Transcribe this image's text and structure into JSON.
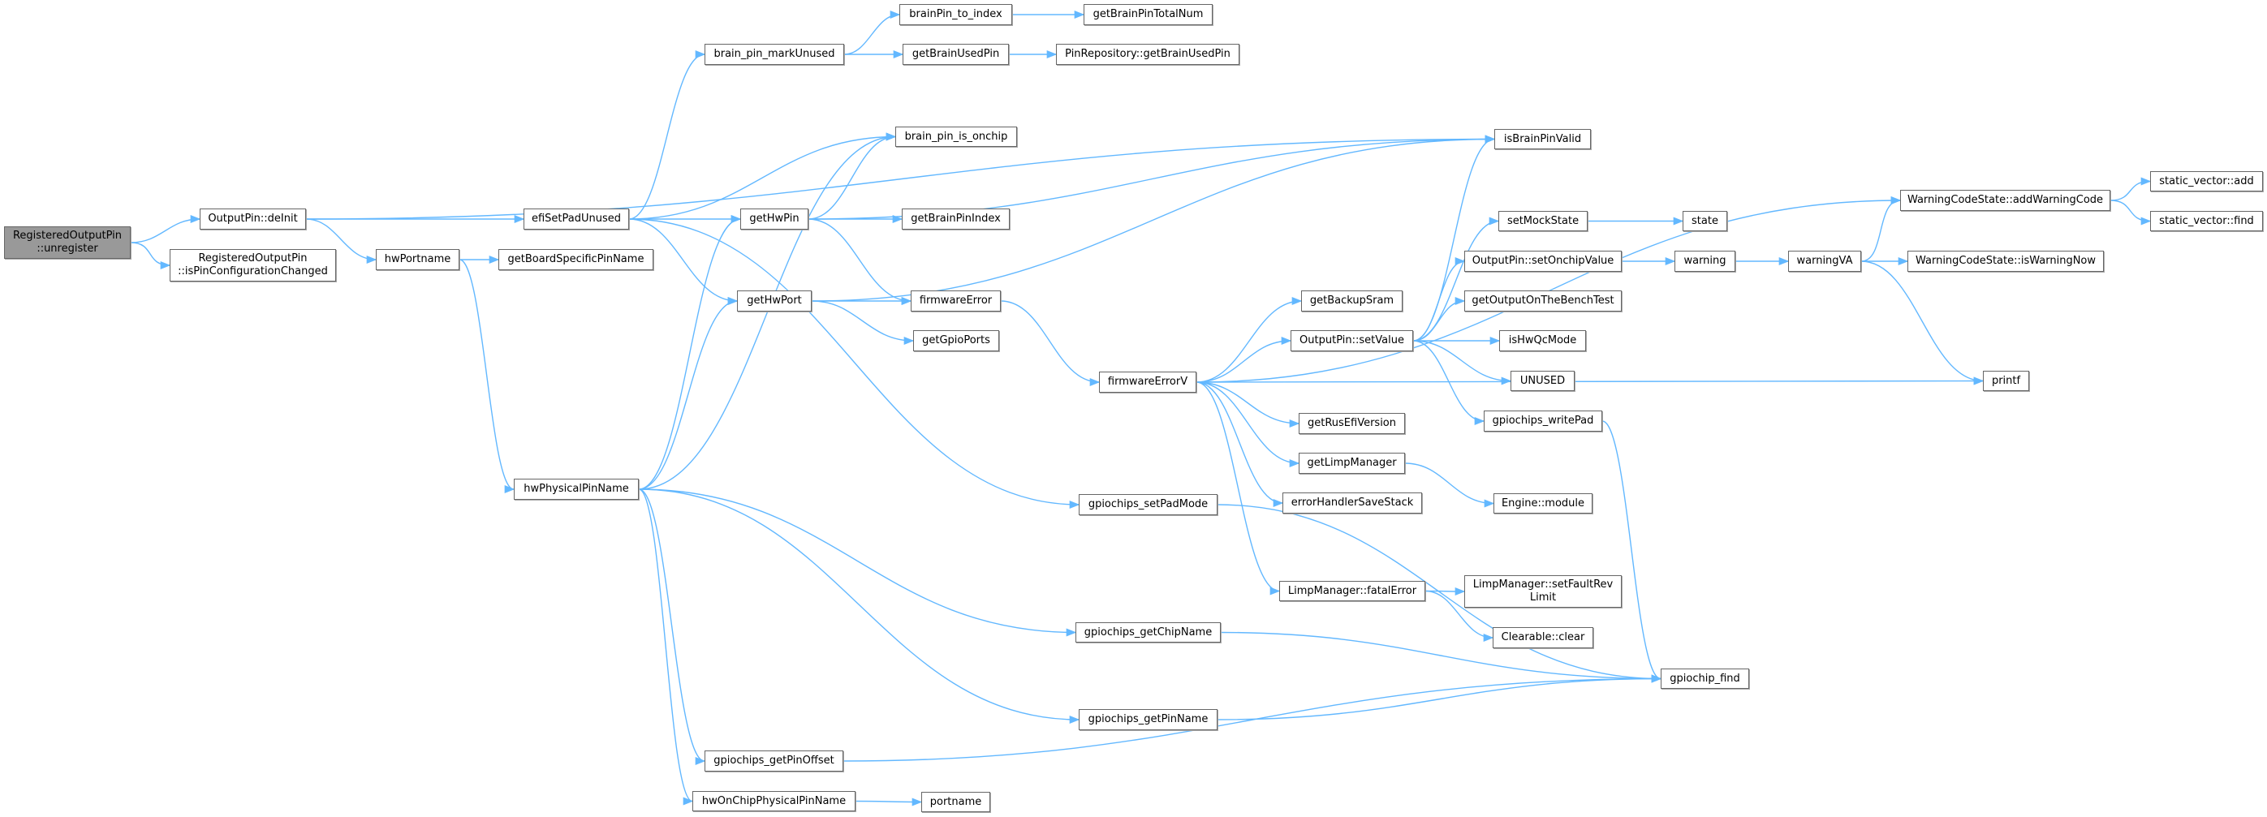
{
  "graph": {
    "root": "unregister",
    "nodes": [
      {
        "id": "unregister",
        "lines": [
          "RegisteredOutputPin",
          "::unregister"
        ]
      },
      {
        "id": "deInit",
        "lines": [
          "OutputPin::deInit"
        ]
      },
      {
        "id": "isPinConfigurationChanged",
        "lines": [
          "RegisteredOutputPin",
          "::isPinConfigurationChanged"
        ]
      },
      {
        "id": "efiSetPadUnused",
        "lines": [
          "efiSetPadUnused"
        ]
      },
      {
        "id": "hwPortname",
        "lines": [
          "hwPortname"
        ]
      },
      {
        "id": "getBoardSpecificPinName",
        "lines": [
          "getBoardSpecificPinName"
        ]
      },
      {
        "id": "hwPhysicalPinName",
        "lines": [
          "hwPhysicalPinName"
        ]
      },
      {
        "id": "brain_pin_markUnused",
        "lines": [
          "brain_pin_markUnused"
        ]
      },
      {
        "id": "brainPin_to_index",
        "lines": [
          "brainPin_to_index"
        ]
      },
      {
        "id": "getBrainPinTotalNum",
        "lines": [
          "getBrainPinTotalNum"
        ]
      },
      {
        "id": "getBrainUsedPin",
        "lines": [
          "getBrainUsedPin"
        ]
      },
      {
        "id": "PinRepository_getBrainUsedPin",
        "lines": [
          "PinRepository::getBrainUsedPin"
        ]
      },
      {
        "id": "brain_pin_is_onchip",
        "lines": [
          "brain_pin_is_onchip"
        ]
      },
      {
        "id": "isBrainPinValid",
        "lines": [
          "isBrainPinValid"
        ]
      },
      {
        "id": "getHwPin",
        "lines": [
          "getHwPin"
        ]
      },
      {
        "id": "getBrainPinIndex",
        "lines": [
          "getBrainPinIndex"
        ]
      },
      {
        "id": "getHwPort",
        "lines": [
          "getHwPort"
        ]
      },
      {
        "id": "firmwareError",
        "lines": [
          "firmwareError"
        ]
      },
      {
        "id": "getGpioPorts",
        "lines": [
          "getGpioPorts"
        ]
      },
      {
        "id": "firmwareErrorV",
        "lines": [
          "firmwareErrorV"
        ]
      },
      {
        "id": "getBackupSram",
        "lines": [
          "getBackupSram"
        ]
      },
      {
        "id": "setValue",
        "lines": [
          "OutputPin::setValue"
        ]
      },
      {
        "id": "getRusEfiVersion",
        "lines": [
          "getRusEfiVersion"
        ]
      },
      {
        "id": "getLimpManager",
        "lines": [
          "getLimpManager"
        ]
      },
      {
        "id": "errorHandlerSaveStack",
        "lines": [
          "errorHandlerSaveStack"
        ]
      },
      {
        "id": "gpiochips_setPadMode",
        "lines": [
          "gpiochips_setPadMode"
        ]
      },
      {
        "id": "fatalError",
        "lines": [
          "LimpManager::fatalError"
        ]
      },
      {
        "id": "gpiochips_getChipName",
        "lines": [
          "gpiochips_getChipName"
        ]
      },
      {
        "id": "gpiochips_getPinName",
        "lines": [
          "gpiochips_getPinName"
        ]
      },
      {
        "id": "gpiochips_getPinOffset",
        "lines": [
          "gpiochips_getPinOffset"
        ]
      },
      {
        "id": "hwOnChipPhysicalPinName",
        "lines": [
          "hwOnChipPhysicalPinName"
        ]
      },
      {
        "id": "portname",
        "lines": [
          "portname"
        ]
      },
      {
        "id": "addWarningCode",
        "lines": [
          "WarningCodeState::addWarningCode"
        ]
      },
      {
        "id": "static_vector_add",
        "lines": [
          "static_vector::add"
        ]
      },
      {
        "id": "static_vector_find",
        "lines": [
          "static_vector::find"
        ]
      },
      {
        "id": "setMockState",
        "lines": [
          "setMockState"
        ]
      },
      {
        "id": "state",
        "lines": [
          "state"
        ]
      },
      {
        "id": "setOnchipValue",
        "lines": [
          "OutputPin::setOnchipValue"
        ]
      },
      {
        "id": "warning",
        "lines": [
          "warning"
        ]
      },
      {
        "id": "warningVA",
        "lines": [
          "warningVA"
        ]
      },
      {
        "id": "isWarningNow",
        "lines": [
          "WarningCodeState::isWarningNow"
        ]
      },
      {
        "id": "getOutputOnTheBenchTest",
        "lines": [
          "getOutputOnTheBenchTest"
        ]
      },
      {
        "id": "isHwQcMode",
        "lines": [
          "isHwQcMode"
        ]
      },
      {
        "id": "UNUSED",
        "lines": [
          "UNUSED"
        ]
      },
      {
        "id": "printf",
        "lines": [
          "printf"
        ]
      },
      {
        "id": "gpiochips_writePad",
        "lines": [
          "gpiochips_writePad"
        ]
      },
      {
        "id": "Engine_module",
        "lines": [
          "Engine::module"
        ]
      },
      {
        "id": "setFaultRevLimit",
        "lines": [
          "LimpManager::setFaultRev",
          "Limit"
        ]
      },
      {
        "id": "Clearable_clear",
        "lines": [
          "Clearable::clear"
        ]
      },
      {
        "id": "gpiochip_find",
        "lines": [
          "gpiochip_find"
        ]
      }
    ],
    "edges": [
      [
        "unregister",
        "deInit"
      ],
      [
        "unregister",
        "isPinConfigurationChanged"
      ],
      [
        "deInit",
        "efiSetPadUnused"
      ],
      [
        "deInit",
        "hwPortname"
      ],
      [
        "deInit",
        "isBrainPinValid"
      ],
      [
        "efiSetPadUnused",
        "brain_pin_markUnused"
      ],
      [
        "efiSetPadUnused",
        "brain_pin_is_onchip"
      ],
      [
        "efiSetPadUnused",
        "getHwPin"
      ],
      [
        "efiSetPadUnused",
        "getHwPort"
      ],
      [
        "efiSetPadUnused",
        "gpiochips_setPadMode"
      ],
      [
        "brain_pin_markUnused",
        "brainPin_to_index"
      ],
      [
        "brain_pin_markUnused",
        "getBrainUsedPin"
      ],
      [
        "brainPin_to_index",
        "getBrainPinTotalNum"
      ],
      [
        "getBrainUsedPin",
        "PinRepository_getBrainUsedPin"
      ],
      [
        "hwPortname",
        "getBoardSpecificPinName"
      ],
      [
        "hwPortname",
        "hwPhysicalPinName"
      ],
      [
        "hwPhysicalPinName",
        "brain_pin_is_onchip"
      ],
      [
        "hwPhysicalPinName",
        "getHwPin"
      ],
      [
        "hwPhysicalPinName",
        "getHwPort"
      ],
      [
        "hwPhysicalPinName",
        "gpiochips_getChipName"
      ],
      [
        "hwPhysicalPinName",
        "gpiochips_getPinName"
      ],
      [
        "hwPhysicalPinName",
        "gpiochips_getPinOffset"
      ],
      [
        "hwPhysicalPinName",
        "hwOnChipPhysicalPinName"
      ],
      [
        "getHwPin",
        "brain_pin_is_onchip"
      ],
      [
        "getHwPin",
        "isBrainPinValid"
      ],
      [
        "getHwPin",
        "getBrainPinIndex"
      ],
      [
        "getHwPin",
        "firmwareError"
      ],
      [
        "getHwPort",
        "isBrainPinValid"
      ],
      [
        "getHwPort",
        "firmwareError"
      ],
      [
        "getHwPort",
        "getGpioPorts"
      ],
      [
        "firmwareError",
        "firmwareErrorV"
      ],
      [
        "firmwareErrorV",
        "addWarningCode"
      ],
      [
        "firmwareErrorV",
        "getBackupSram"
      ],
      [
        "firmwareErrorV",
        "setValue"
      ],
      [
        "firmwareErrorV",
        "printf"
      ],
      [
        "firmwareErrorV",
        "getRusEfiVersion"
      ],
      [
        "firmwareErrorV",
        "getLimpManager"
      ],
      [
        "firmwareErrorV",
        "errorHandlerSaveStack"
      ],
      [
        "firmwareErrorV",
        "fatalError"
      ],
      [
        "setValue",
        "isBrainPinValid"
      ],
      [
        "setValue",
        "setMockState"
      ],
      [
        "setValue",
        "setOnchipValue"
      ],
      [
        "setValue",
        "getOutputOnTheBenchTest"
      ],
      [
        "setValue",
        "isHwQcMode"
      ],
      [
        "setValue",
        "UNUSED"
      ],
      [
        "setValue",
        "gpiochips_writePad"
      ],
      [
        "setMockState",
        "state"
      ],
      [
        "setOnchipValue",
        "warning"
      ],
      [
        "warning",
        "warningVA"
      ],
      [
        "warningVA",
        "addWarningCode"
      ],
      [
        "warningVA",
        "isWarningNow"
      ],
      [
        "warningVA",
        "printf"
      ],
      [
        "addWarningCode",
        "static_vector_add"
      ],
      [
        "addWarningCode",
        "static_vector_find"
      ],
      [
        "getLimpManager",
        "Engine_module"
      ],
      [
        "fatalError",
        "setFaultRevLimit"
      ],
      [
        "fatalError",
        "Clearable_clear"
      ],
      [
        "gpiochips_setPadMode",
        "gpiochip_find"
      ],
      [
        "gpiochips_getChipName",
        "gpiochip_find"
      ],
      [
        "gpiochips_getPinName",
        "gpiochip_find"
      ],
      [
        "gpiochips_getPinOffset",
        "gpiochip_find"
      ],
      [
        "gpiochips_writePad",
        "gpiochip_find"
      ],
      [
        "hwOnChipPhysicalPinName",
        "portname"
      ]
    ]
  },
  "colors": {
    "edge": "#63b8ff",
    "root_fill": "#999999",
    "node_border": "#666666"
  }
}
